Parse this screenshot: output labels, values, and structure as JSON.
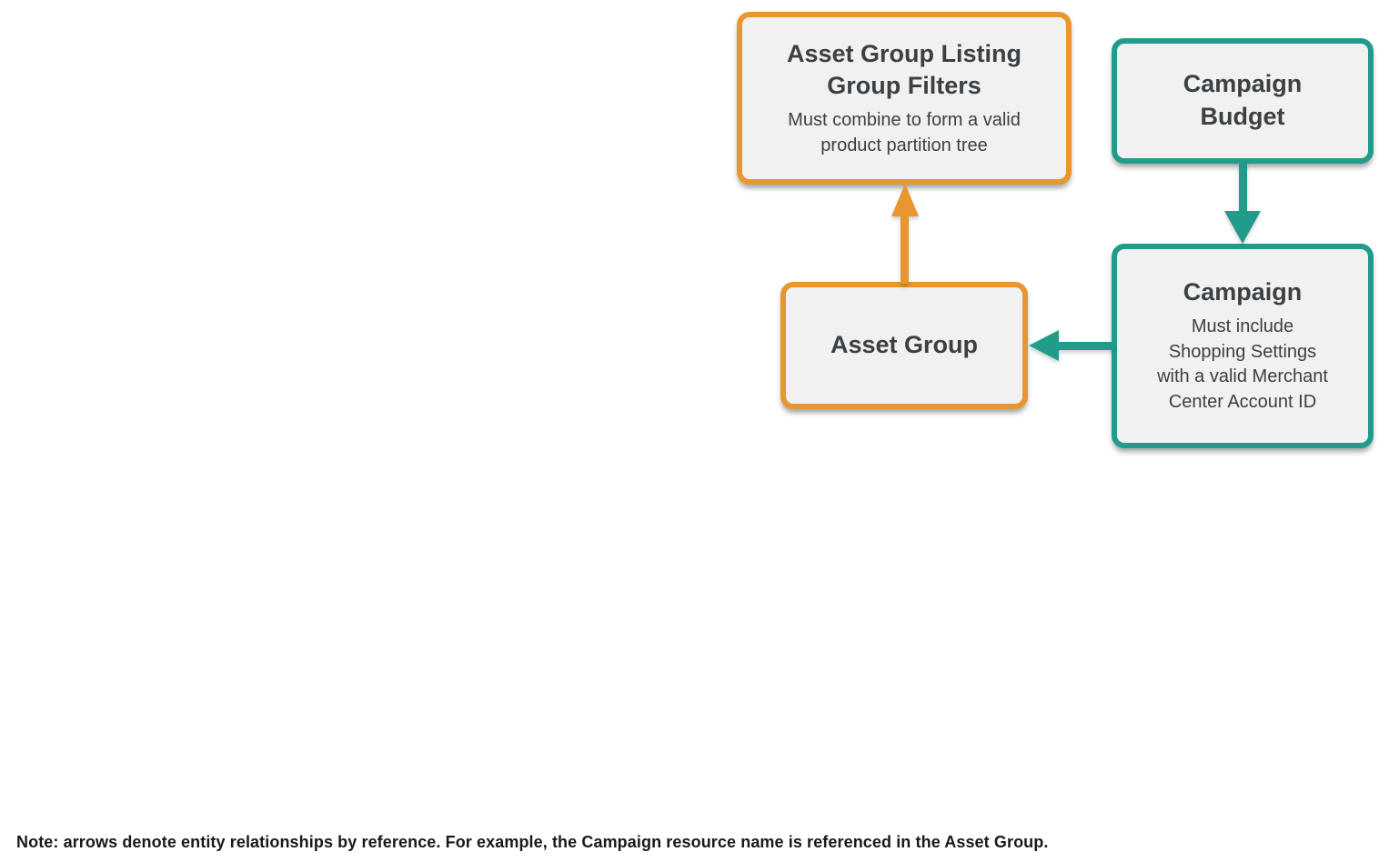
{
  "diagram": {
    "colors": {
      "orange_accent": "#e8962f",
      "teal_accent": "#219c8b",
      "node_fill": "#f1f1f1",
      "node_text": "#3c4043",
      "note_text": "#17191c"
    },
    "nodes": {
      "asset_group_listing_group_filters": {
        "title": [
          "Asset Group Listing",
          "Group Filters"
        ],
        "subtitle": [
          "Must combine to form a valid",
          "product partition tree"
        ],
        "accent": "#e8962f"
      },
      "campaign_budget": {
        "title": [
          "Campaign",
          "Budget"
        ],
        "accent": "#219c8b"
      },
      "asset_group": {
        "title": "Asset Group",
        "accent": "#e8962f"
      },
      "campaign": {
        "title": "Campaign",
        "subtitle": [
          "Must include",
          "Shopping Settings",
          "with a valid Merchant",
          "Center Account ID"
        ],
        "accent": "#219c8b"
      }
    },
    "edges": [
      {
        "from": "asset_group",
        "to": "asset_group_listing_group_filters",
        "color": "#e8962f",
        "direction": "up"
      },
      {
        "from": "campaign_budget",
        "to": "campaign",
        "color": "#219c8b",
        "direction": "down"
      },
      {
        "from": "campaign",
        "to": "asset_group",
        "color": "#219c8b",
        "direction": "left"
      }
    ]
  },
  "note": "Note: arrows denote entity relationships by reference. For example, the Campaign resource name is referenced in the Asset Group."
}
